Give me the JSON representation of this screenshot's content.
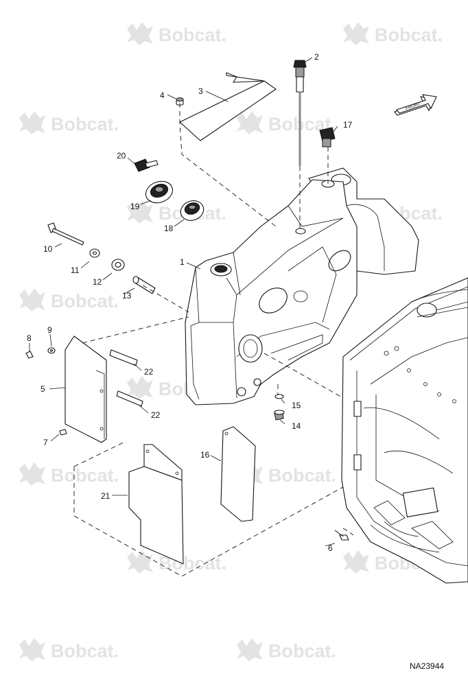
{
  "watermark": {
    "brand": "Bobcat",
    "icon": "bobcat-logo-icon"
  },
  "diagram_code": "NA23944",
  "front_arrow": {
    "label": "FRONT",
    "icon": "front-arrow-icon"
  },
  "callouts": [
    "1",
    "2",
    "3",
    "4",
    "5",
    "6",
    "7",
    "8",
    "9",
    "10",
    "11",
    "12",
    "13",
    "14",
    "15",
    "16",
    "17",
    "18",
    "19",
    "20",
    "21",
    "22",
    "22"
  ]
}
